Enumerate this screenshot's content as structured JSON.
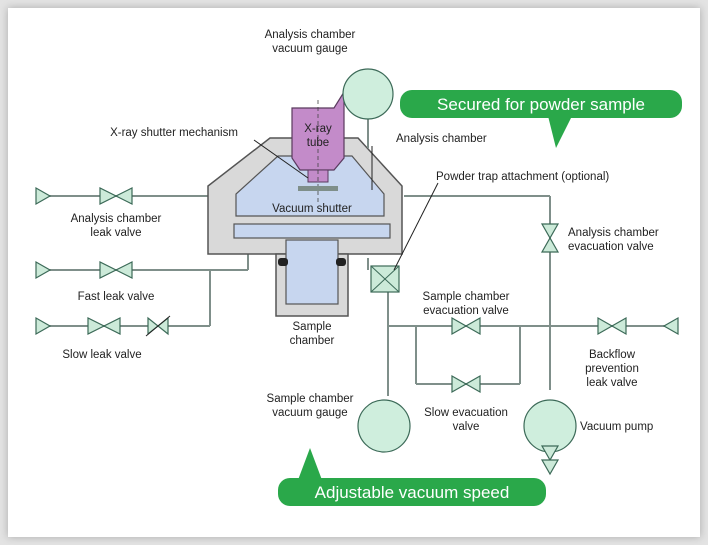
{
  "colors": {
    "callout_green": "#2aa84a",
    "valve_fill": "#ccead9",
    "chamber_gray": "#d9d9d9",
    "chamber_blue": "#c7d6ef",
    "xray_tube": "#c38bc9"
  },
  "callouts": {
    "powder": "Secured for powder sample",
    "speed": "Adjustable vacuum speed"
  },
  "labels": {
    "analysis_gauge_1": "Analysis chamber",
    "analysis_gauge_2": "vacuum gauge",
    "xray_1": "X-ray",
    "xray_2": "tube",
    "xray_shutter": "X-ray shutter mechanism",
    "analysis_chamber": "Analysis chamber",
    "powder_trap": "Powder trap attachment (optional)",
    "vacuum_shutter": "Vacuum shutter",
    "leak_1": "Analysis chamber",
    "leak_2": "leak valve",
    "fast_leak": "Fast leak valve",
    "slow_leak": "Slow leak valve",
    "sample_chamber_1": "Sample",
    "sample_chamber_2": "chamber",
    "evac_1": "Analysis chamber",
    "evac_2": "evacuation valve",
    "sc_evac_1": "Sample chamber",
    "sc_evac_2": "evacuation valve",
    "backflow_1": "Backflow",
    "backflow_2": "prevention",
    "backflow_3": "leak valve",
    "sc_gauge_1": "Sample chamber",
    "sc_gauge_2": "vacuum gauge",
    "slow_evac_1": "Slow evacuation",
    "slow_evac_2": "valve",
    "vacuum_pump": "Vacuum pump"
  }
}
